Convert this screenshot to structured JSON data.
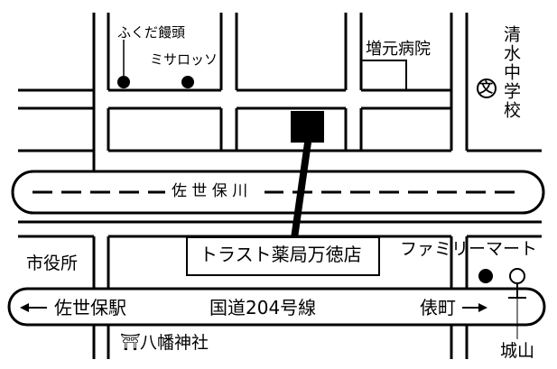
{
  "map": {
    "landmarks": {
      "fukuda": "ふくだ饅頭",
      "misarosso": "ミサロッソ",
      "masumoto": "増元病院",
      "shimizu_school": "清水中学校",
      "school_symbol": "文",
      "river": "佐 世 保 川",
      "shiyakusho": "市役所",
      "family_mart": "ファミリーマート",
      "hachiman": "八幡神社",
      "shrine_symbol": "⛩",
      "shiroyama": "城山"
    },
    "store": {
      "name": "トラスト薬局万徳店"
    },
    "roads": {
      "national_route": "国道204号線",
      "to_west": "佐世保駅",
      "to_east": "俵町"
    }
  }
}
